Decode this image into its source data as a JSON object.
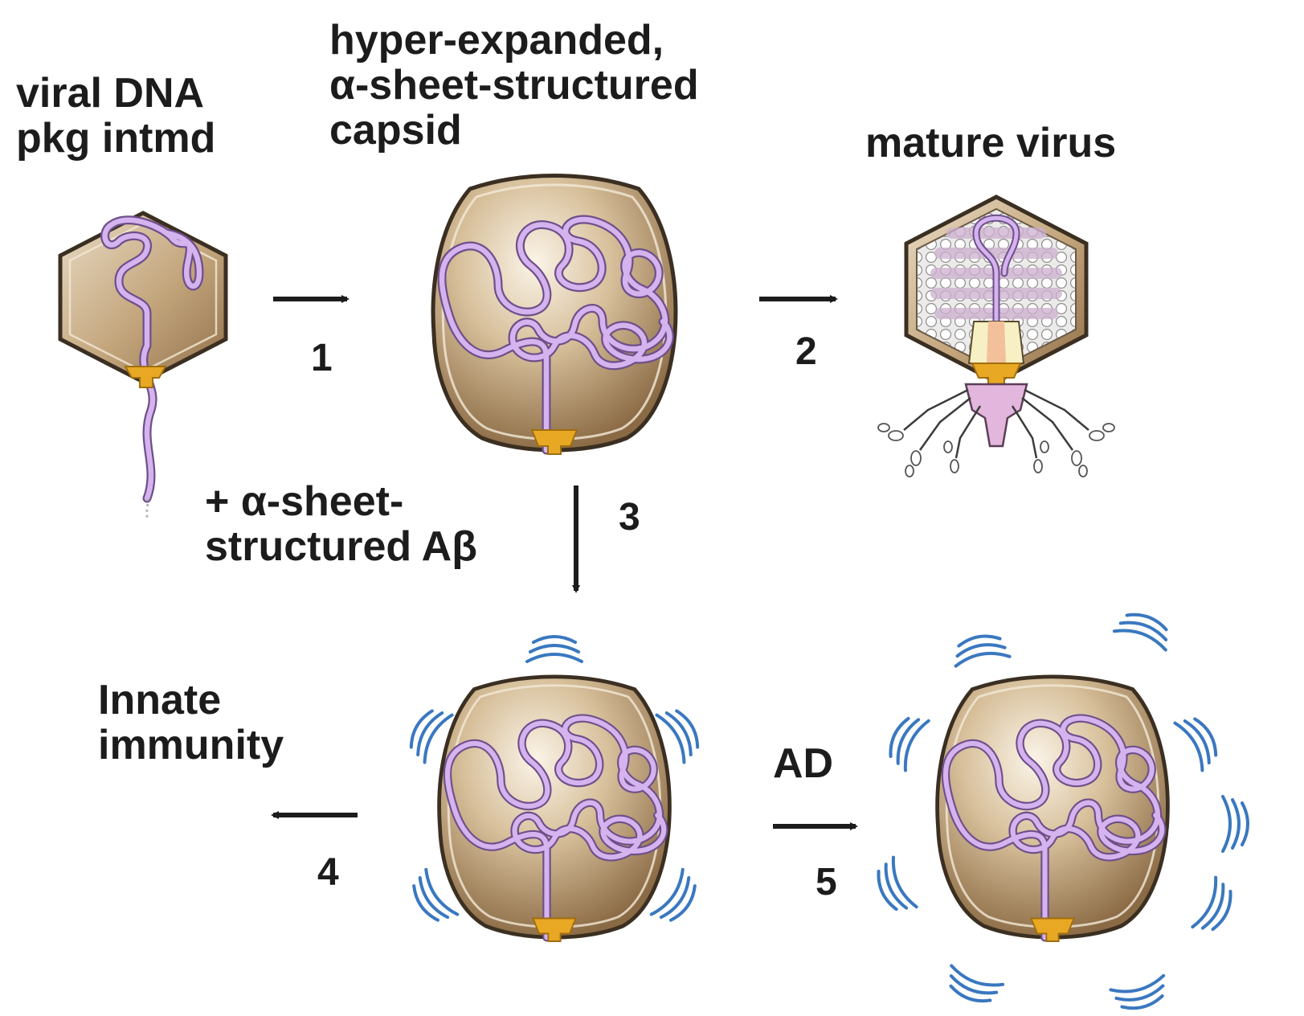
{
  "labels": {
    "intermediate": [
      "viral DNA",
      "pkg intmd"
    ],
    "expanded_capsid": [
      "hyper-expanded,",
      "α-sheet-structured",
      "capsid"
    ],
    "mature": "mature virus",
    "abeta": [
      "+ α-sheet-",
      "structured Aβ"
    ],
    "innate": [
      "Innate",
      "immunity"
    ],
    "ad": "AD"
  },
  "steps": [
    "1",
    "2",
    "3",
    "4",
    "5"
  ],
  "colors": {
    "capsid_fill": "#c9b08c",
    "capsid_outline": "#3b2f22",
    "dna": "#c9a6e6",
    "dna_outline": "#6f4f8a",
    "portal": "#e8a824",
    "abeta_waves": "#3a78c0",
    "text": "#1c1c1c"
  },
  "icons": [
    "procapsid-hexagon",
    "expanded-capsid",
    "mature-phage",
    "abeta-coated-capsid",
    "aggregated-capsid",
    "arrow"
  ]
}
